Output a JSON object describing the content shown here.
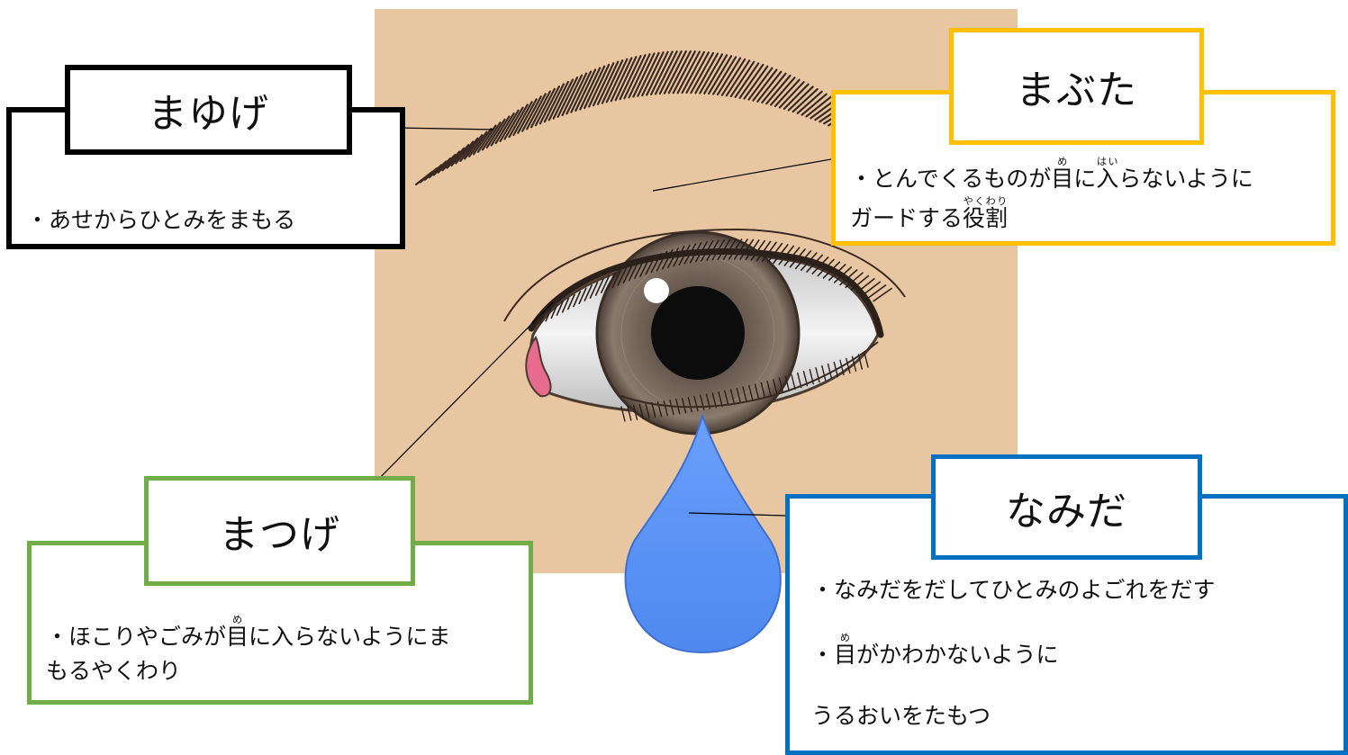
{
  "palette": {
    "skin": "#e8c6a2",
    "eyebrow": "#3a2a22",
    "iris": "#7a6a5e",
    "pupil": "#0c0c0c",
    "tear": "#5b95f9",
    "mayuge": "#000000",
    "mabuta": "#ffc000",
    "matsuge": "#70ad47",
    "namida": "#0070c0"
  },
  "labels": {
    "mayuge": {
      "title": "まゆげ",
      "desc": "・あせからひとみをまもる"
    },
    "mabuta": {
      "title": "まぶた",
      "line1_pre": "・とんでくるものが",
      "line1_eye": "目",
      "line1_eye_ruby": "め",
      "line1_mid": "に",
      "line1_enter": "入",
      "line1_enter_ruby": "はい",
      "line1_post": "らないように",
      "line2_pre": "ガードする",
      "line2_role": "役割",
      "line2_role_ruby": "やくわり"
    },
    "matsuge": {
      "title": "まつげ",
      "line1_pre": "・ほこりやごみが",
      "line1_eye": "目",
      "line1_eye_ruby": "め",
      "line1_post": "に入らないようにま",
      "line2": "もるやくわり"
    },
    "namida": {
      "title": "なみだ",
      "line1": "・なみだをだしてひとみのよごれをだす",
      "line2_pre": "・",
      "line2_eye": "目",
      "line2_eye_ruby": "め",
      "line2_post": "がかわかないように",
      "line3": "うるおいをたもつ"
    }
  }
}
